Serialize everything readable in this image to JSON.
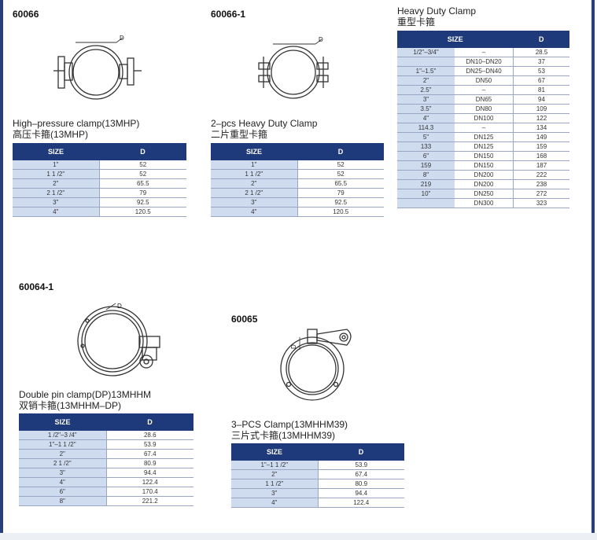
{
  "products": [
    {
      "code": "60066",
      "title_en": "High–pressure clamp(13MHP)",
      "title_cn": "高压卡箍(13MHP)",
      "headers": [
        "SIZE",
        "D"
      ],
      "rows": [
        [
          "1\"",
          "52"
        ],
        [
          "1 1 /2\"",
          "52"
        ],
        [
          "2\"",
          "65.5"
        ],
        [
          "2 1 /2\"",
          "79"
        ],
        [
          "3\"",
          "92.5"
        ],
        [
          "4\"",
          "120.5"
        ]
      ]
    },
    {
      "code": "60066-1",
      "title_en": "2–pcs Heavy Duty Clamp",
      "title_cn": "二片重型卡箍",
      "headers": [
        "SIZE",
        "D"
      ],
      "rows": [
        [
          "1\"",
          "52"
        ],
        [
          "1 1 /2\"",
          "52"
        ],
        [
          "2\"",
          "65.5"
        ],
        [
          "2 1 /2\"",
          "79"
        ],
        [
          "3\"",
          "92.5"
        ],
        [
          "4\"",
          "120.5"
        ]
      ]
    },
    {
      "code": "",
      "title_en": "Heavy Duty Clamp",
      "title_cn": "重型卡箍",
      "headers": [
        "SIZE",
        "D"
      ],
      "rows": [
        [
          "1/2\"–3/4\"",
          "–",
          "28.5"
        ],
        [
          "",
          "DN10–DN20",
          "37"
        ],
        [
          "1\"–1.5\"",
          "DN25–DN40",
          "53"
        ],
        [
          "2\"",
          "DN50",
          "67"
        ],
        [
          "2.5\"",
          "–",
          "81"
        ],
        [
          "3\"",
          "DN65",
          "94"
        ],
        [
          "3.5\"",
          "DN80",
          "109"
        ],
        [
          "4\"",
          "DN100",
          "122"
        ],
        [
          "114.3",
          "–",
          "134"
        ],
        [
          "5\"",
          "DN125",
          "149"
        ],
        [
          "133",
          "DN125",
          "159"
        ],
        [
          "6\"",
          "DN150",
          "168"
        ],
        [
          "159",
          "DN150",
          "187"
        ],
        [
          "8\"",
          "DN200",
          "222"
        ],
        [
          "219",
          "DN200",
          "238"
        ],
        [
          "10\"",
          "DN250",
          "272"
        ],
        [
          "",
          "DN300",
          "323"
        ]
      ]
    },
    {
      "code": "60064-1",
      "title_en": "Double pin clamp(DP)13MHHM",
      "title_cn": "双销卡箍(13MHHM–DP)",
      "headers": [
        "SIZE",
        "D"
      ],
      "rows": [
        [
          "1 /2\"–3 /4\"",
          "28.6"
        ],
        [
          "1\"–1 1 /2\"",
          "53.9"
        ],
        [
          "2\"",
          "67.4"
        ],
        [
          "2 1 /2\"",
          "80.9"
        ],
        [
          "3\"",
          "94.4"
        ],
        [
          "4\"",
          "122.4"
        ],
        [
          "6\"",
          "170.4"
        ],
        [
          "8\"",
          "221.2"
        ]
      ]
    },
    {
      "code": "60065",
      "title_en": "3–PCS Clamp(13MHHM39)",
      "title_cn": "三片式卡箍(13MHHM39)",
      "headers": [
        "SIZE",
        "D"
      ],
      "rows": [
        [
          "1\"–1 1 /2\"",
          "53.9"
        ],
        [
          "2\"",
          "67.4"
        ],
        [
          "1 1 /2\"",
          "80.9"
        ],
        [
          "3\"",
          "94.4"
        ],
        [
          "4\"",
          "122.4"
        ]
      ]
    }
  ],
  "drawing_label": "D",
  "colors": {
    "frame": "#2a3f7a",
    "header": "#1f3a7a",
    "size_cell": "#cfdcef"
  }
}
